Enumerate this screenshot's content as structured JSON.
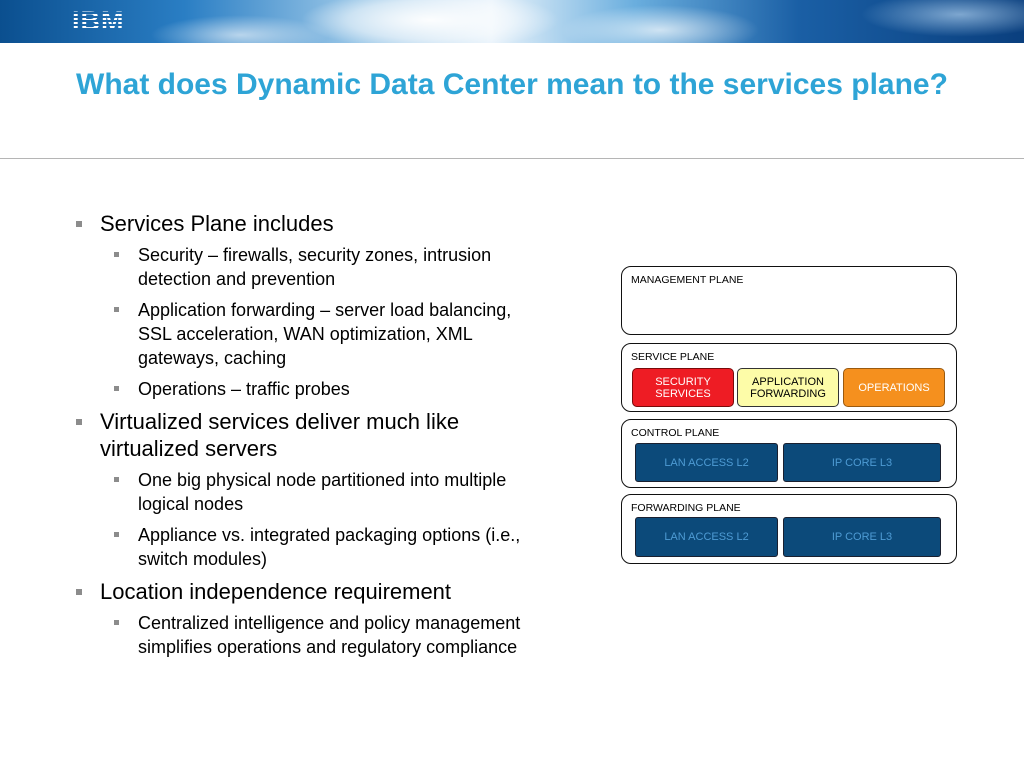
{
  "header": {
    "logo_text": "IBM"
  },
  "slide": {
    "title": "What does Dynamic Data Center mean to the services plane?"
  },
  "bullets": [
    {
      "text": "Services Plane includes",
      "sub": [
        "Security – firewalls, security zones, intrusion detection and prevention",
        "Application forwarding – server load balancing, SSL acceleration, WAN optimization, XML gateways, caching",
        "Operations – traffic probes"
      ]
    },
    {
      "text": "Virtualized services deliver much like virtualized servers",
      "sub": [
        "One big physical node partitioned into multiple logical nodes",
        "Appliance vs. integrated packaging options (i.e., switch modules)"
      ]
    },
    {
      "text": "Location independence requirement",
      "sub": [
        "Centralized intelligence and policy management simplifies operations and regulatory compliance"
      ]
    }
  ],
  "diagram": {
    "management_plane": {
      "label": "MANAGEMENT PLANE"
    },
    "service_plane": {
      "label": "SERVICE PLANE",
      "security": "SECURITY SERVICES",
      "application": "APPLICATION FORWARDING",
      "operations": "OPERATIONS"
    },
    "control_plane": {
      "label": "CONTROL PLANE",
      "left": "LAN ACCESS L2",
      "right": "IP CORE L3"
    },
    "forwarding_plane": {
      "label": "FORWARDING PLANE",
      "left": "LAN ACCESS L2",
      "right": "IP CORE L3"
    },
    "colors": {
      "security": "#ee1c24",
      "application": "#fdfca8",
      "operations": "#f5901e",
      "core_boxes": "#0c4a7a",
      "title": "#2ea4d6"
    }
  }
}
